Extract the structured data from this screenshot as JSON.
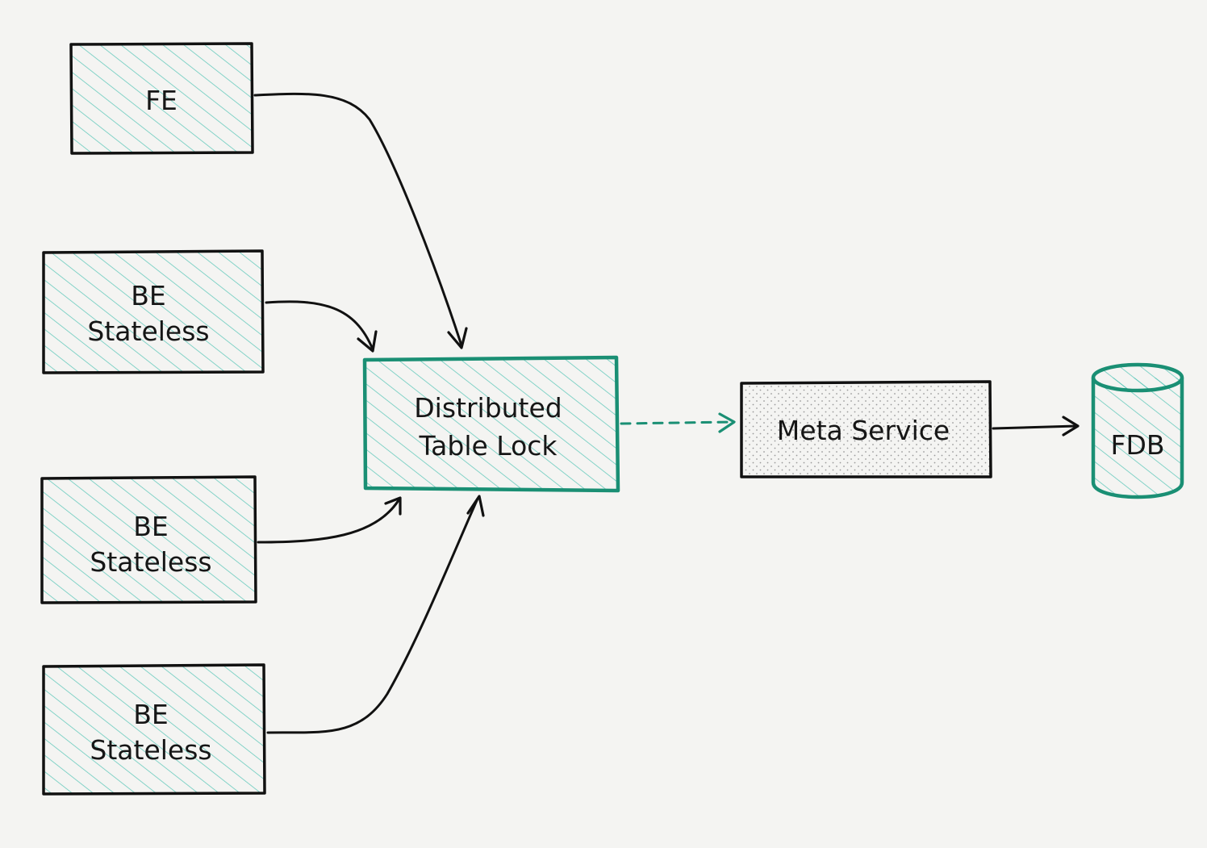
{
  "diagram": {
    "nodes": {
      "fe": {
        "lines": [
          "FE"
        ]
      },
      "be1": {
        "lines": [
          "BE",
          "Stateless"
        ]
      },
      "be2": {
        "lines": [
          "BE",
          "Stateless"
        ]
      },
      "be3": {
        "lines": [
          "BE",
          "Stateless"
        ]
      },
      "lock": {
        "lines": [
          "Distributed",
          "Table Lock"
        ]
      },
      "meta": {
        "lines": [
          "Meta Service"
        ]
      },
      "fdb": {
        "lines": [
          "FDB"
        ]
      }
    },
    "edges": [
      {
        "from": "fe",
        "to": "lock",
        "style": "solid"
      },
      {
        "from": "be1",
        "to": "lock",
        "style": "solid"
      },
      {
        "from": "be2",
        "to": "lock",
        "style": "solid"
      },
      {
        "from": "be3",
        "to": "lock",
        "style": "solid"
      },
      {
        "from": "lock",
        "to": "meta",
        "style": "dashed"
      },
      {
        "from": "meta",
        "to": "fdb",
        "style": "solid"
      }
    ],
    "colors": {
      "accent": "#1a8f74",
      "hatch": "#4fc3b4",
      "stroke": "#111111",
      "dots": "#9a9a9a",
      "background": "#f4f4f2"
    }
  }
}
